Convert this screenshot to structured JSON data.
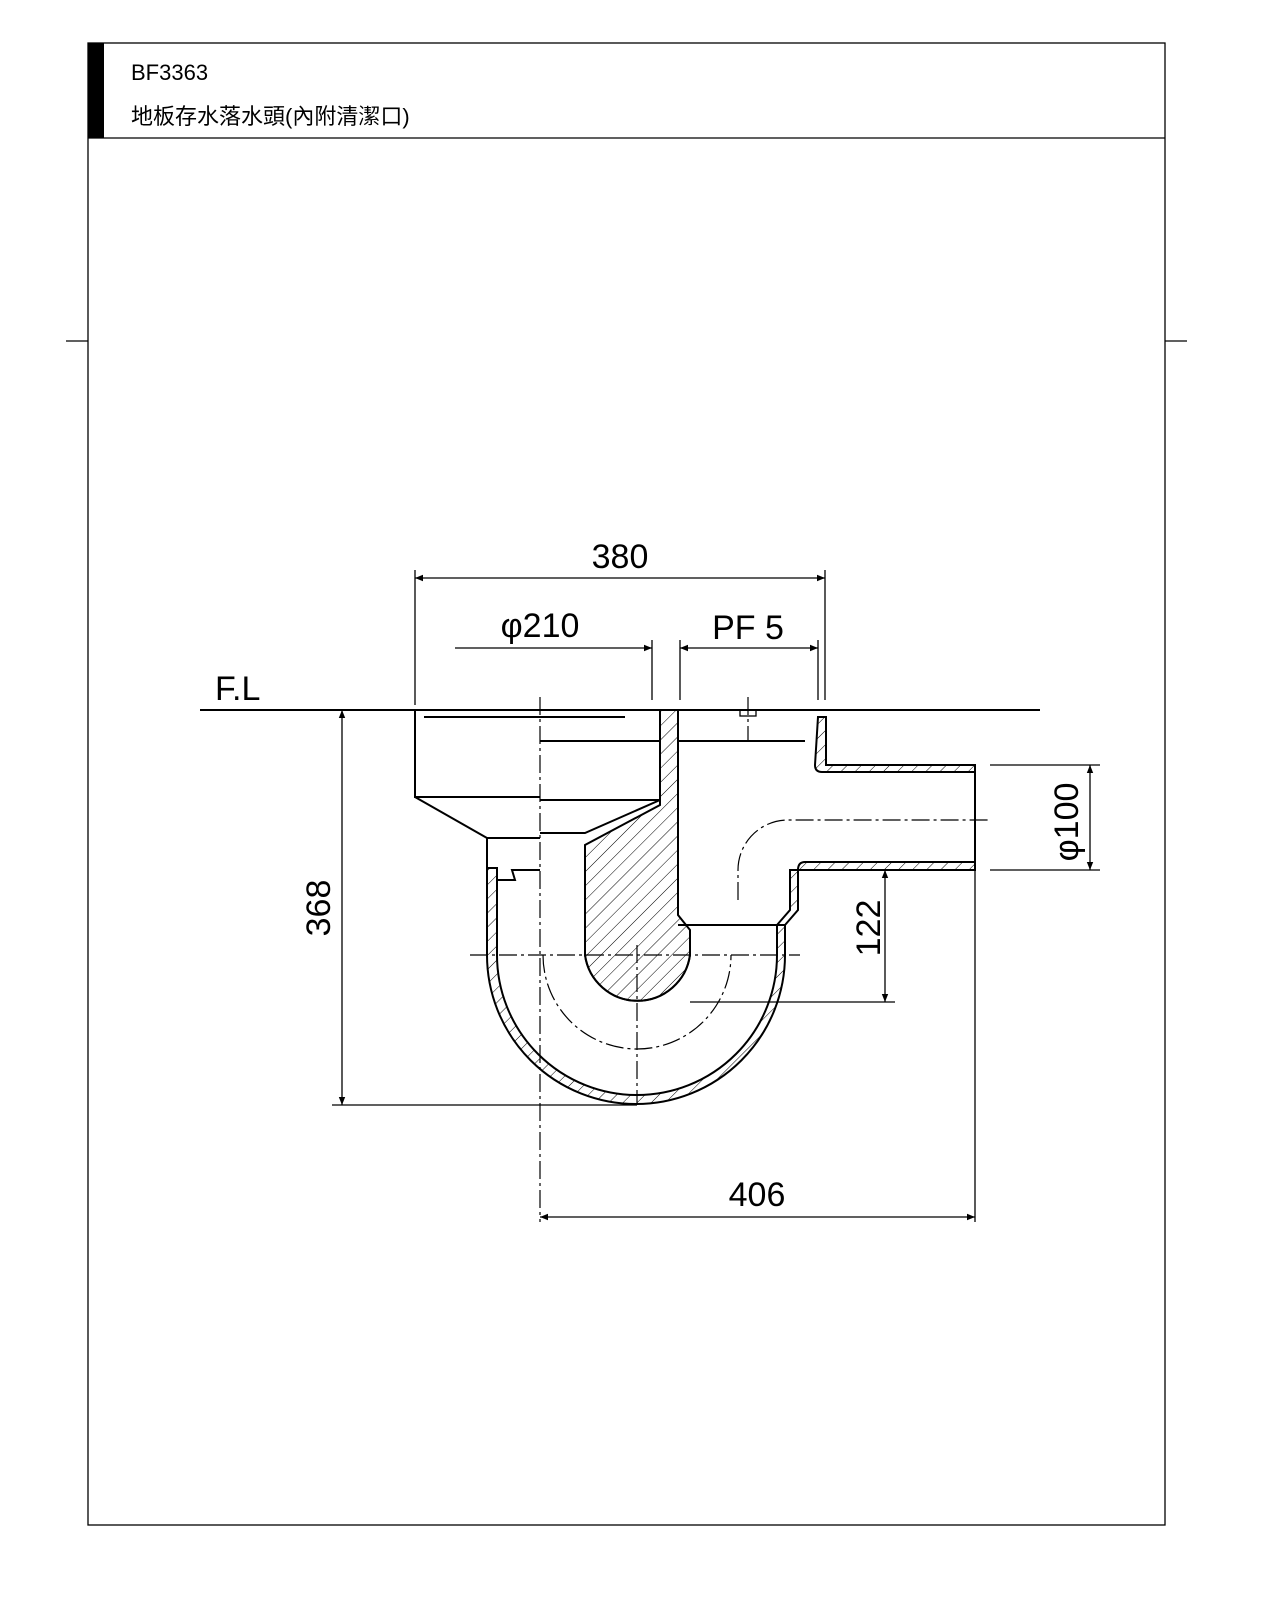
{
  "header": {
    "model": "BF3363",
    "title": "地板存水落水頭(內附清潔口)"
  },
  "drawing": {
    "floor_level_label": "F.L",
    "dimensions": {
      "overall_width": "380",
      "inlet_diameter": "φ210",
      "cleanout_thread": "PF 5",
      "total_depth": "368",
      "outlet_diameter": "φ100",
      "outlet_height": "122",
      "overall_length": "406"
    }
  }
}
